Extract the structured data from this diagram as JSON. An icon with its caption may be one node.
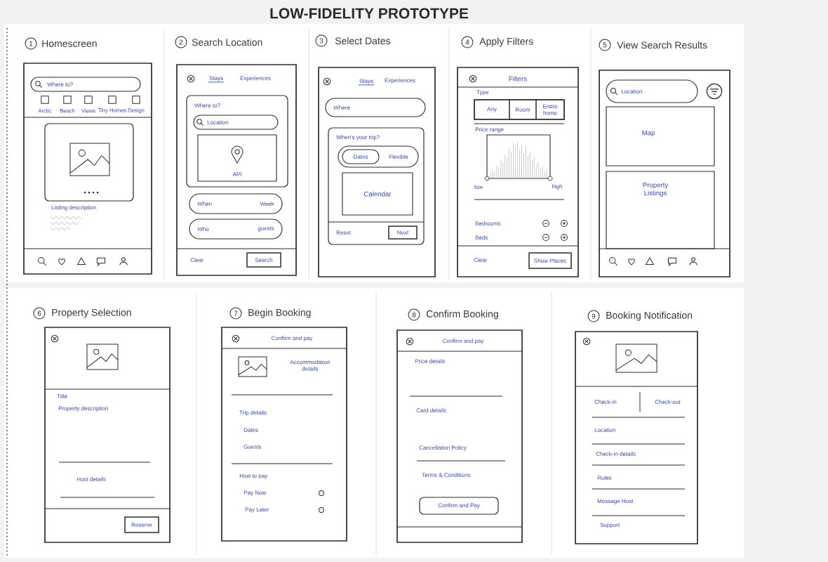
{
  "diagram": {
    "title": "LOW-FIDELITY PROTOTYPE",
    "nodes": [
      {
        "text": [
          "1",
          "Homescreen",
          "Arctic",
          "Beach",
          "Views",
          "Tiny Homes",
          "Design",
          "Listing description"
        ]
      },
      {
        "text": [
          "Where to?"
        ],
        "in": 0
      },
      {
        "text": [
          "2",
          "Search Location",
          "Stays",
          "Experiences",
          "Clear"
        ]
      },
      {
        "text": [
          "Where to?"
        ],
        "in": 2
      },
      {
        "text": [
          "Location"
        ],
        "in": 3
      },
      {
        "text": [
          "API"
        ],
        "in": 3
      },
      {
        "text": [
          "When",
          "Week"
        ],
        "in": 2
      },
      {
        "text": [
          "Who",
          "guests"
        ],
        "in": 2
      },
      {
        "text": [
          "Search"
        ],
        "in": 2
      },
      {
        "text": [
          "3",
          "Select Dates",
          "Stays",
          "Experiences"
        ]
      },
      {
        "text": [
          "Where"
        ],
        "in": 9
      },
      {
        "text": [
          "When's your trip?",
          "Reset"
        ],
        "in": 9
      },
      {
        "text": [
          "Flexible"
        ],
        "in": 11
      },
      {
        "text": [
          "Dates"
        ],
        "in": 12
      },
      {
        "text": [
          "Calendar"
        ],
        "in": 11
      },
      {
        "text": [
          "Next"
        ],
        "in": 11
      },
      {
        "text": [
          "4",
          "Apply Filters",
          "Filters",
          "Type",
          "Price range",
          "low",
          "high",
          "Bedrooms",
          "Beds",
          "Clear"
        ]
      },
      {
        "text": [
          "Any",
          "Room",
          "Entire home"
        ],
        "in": 16
      },
      {
        "text": [],
        "shape": "box",
        "in": 16
      },
      {
        "text": [
          "Show Places"
        ],
        "in": 16
      },
      {
        "text": [
          "5",
          "View Search Results"
        ]
      },
      {
        "text": [
          "Location"
        ],
        "in": 20
      },
      {
        "text": [
          "Map"
        ],
        "in": 20
      },
      {
        "text": [
          "Property Listings"
        ],
        "in": 20
      },
      {
        "text": [
          "6",
          "Property Selection",
          "Title",
          "Property description",
          "Host details"
        ]
      },
      {
        "text": [
          "Reserve"
        ],
        "in": 24
      },
      {
        "text": [
          "7",
          "Begin Booking",
          "Confirm and pay",
          "Accommodation details",
          "Trip details",
          "Dates",
          "Guests",
          "How to pay",
          "Pay Now",
          "Pay Later"
        ]
      },
      {
        "text": [
          "8",
          "Confirm Booking",
          "Confirm and pay",
          "Price details",
          "Card details",
          "Cancellation Policy",
          "Terms & Conditions"
        ]
      },
      {
        "text": [
          "Confirm and Pay"
        ],
        "in": 27
      },
      {
        "text": [
          "9",
          "Booking Notification",
          "Check-in",
          "Check-out",
          "Location",
          "Check-in details",
          "Rules",
          "Message Host",
          "Support"
        ]
      }
    ]
  }
}
